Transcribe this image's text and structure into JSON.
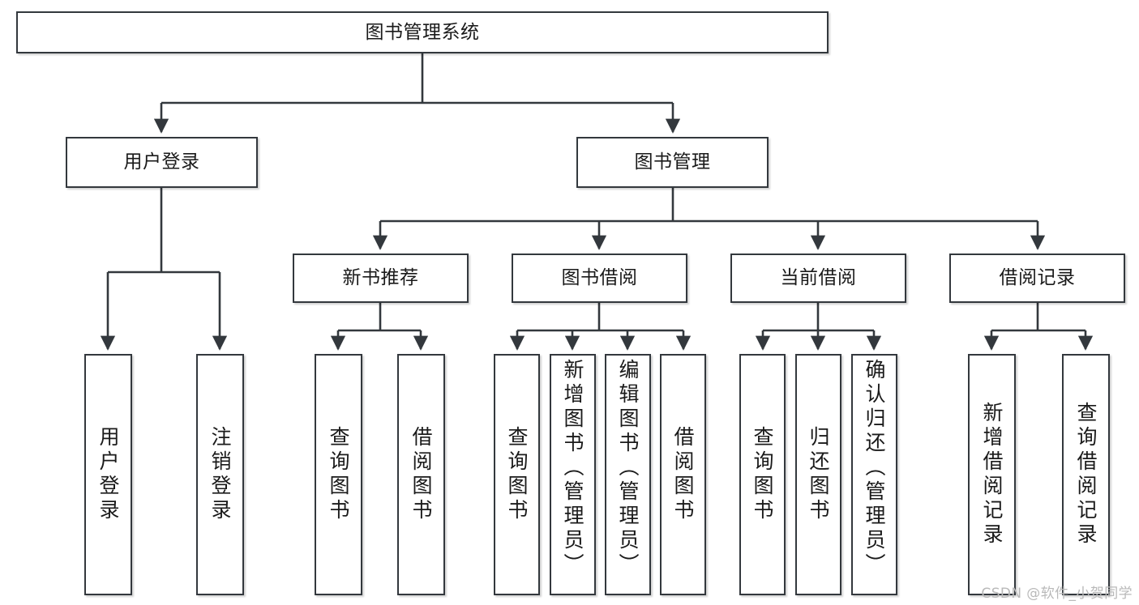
{
  "diagram": {
    "title": "图书管理系统",
    "type": "tree-hierarchy-chart",
    "colors": {
      "box_border": "#33383d",
      "box_fill": "#ffffff",
      "edge": "#33383d",
      "text": "#1a1a1a",
      "watermark": "#b9b9b9",
      "background": "#ffffff"
    },
    "root": {
      "label": "图书管理系统"
    },
    "level2": [
      {
        "label": "用户登录"
      },
      {
        "label": "图书管理"
      }
    ],
    "level3": [
      {
        "label": "新书推荐"
      },
      {
        "label": "图书借阅"
      },
      {
        "label": "当前借阅"
      },
      {
        "label": "借阅记录"
      }
    ],
    "leaves": {
      "user_login": [
        {
          "label": "用户登录"
        },
        {
          "label": "注销登录"
        }
      ],
      "new_book_recommend": [
        {
          "label": "查询图书"
        },
        {
          "label": "借阅图书"
        }
      ],
      "book_borrow": [
        {
          "label": "查询图书"
        },
        {
          "label": "新增图书（管理员）"
        },
        {
          "label": "编辑图书（管理员）"
        },
        {
          "label": "借阅图书"
        }
      ],
      "current_borrow": [
        {
          "label": "查询图书"
        },
        {
          "label": "归还图书"
        },
        {
          "label": "确认归还（管理员）"
        }
      ],
      "borrow_record": [
        {
          "label": "新增借阅记录"
        },
        {
          "label": "查询借阅记录"
        }
      ]
    }
  },
  "watermark": {
    "text": "CSDN @软件_小贺同学"
  }
}
